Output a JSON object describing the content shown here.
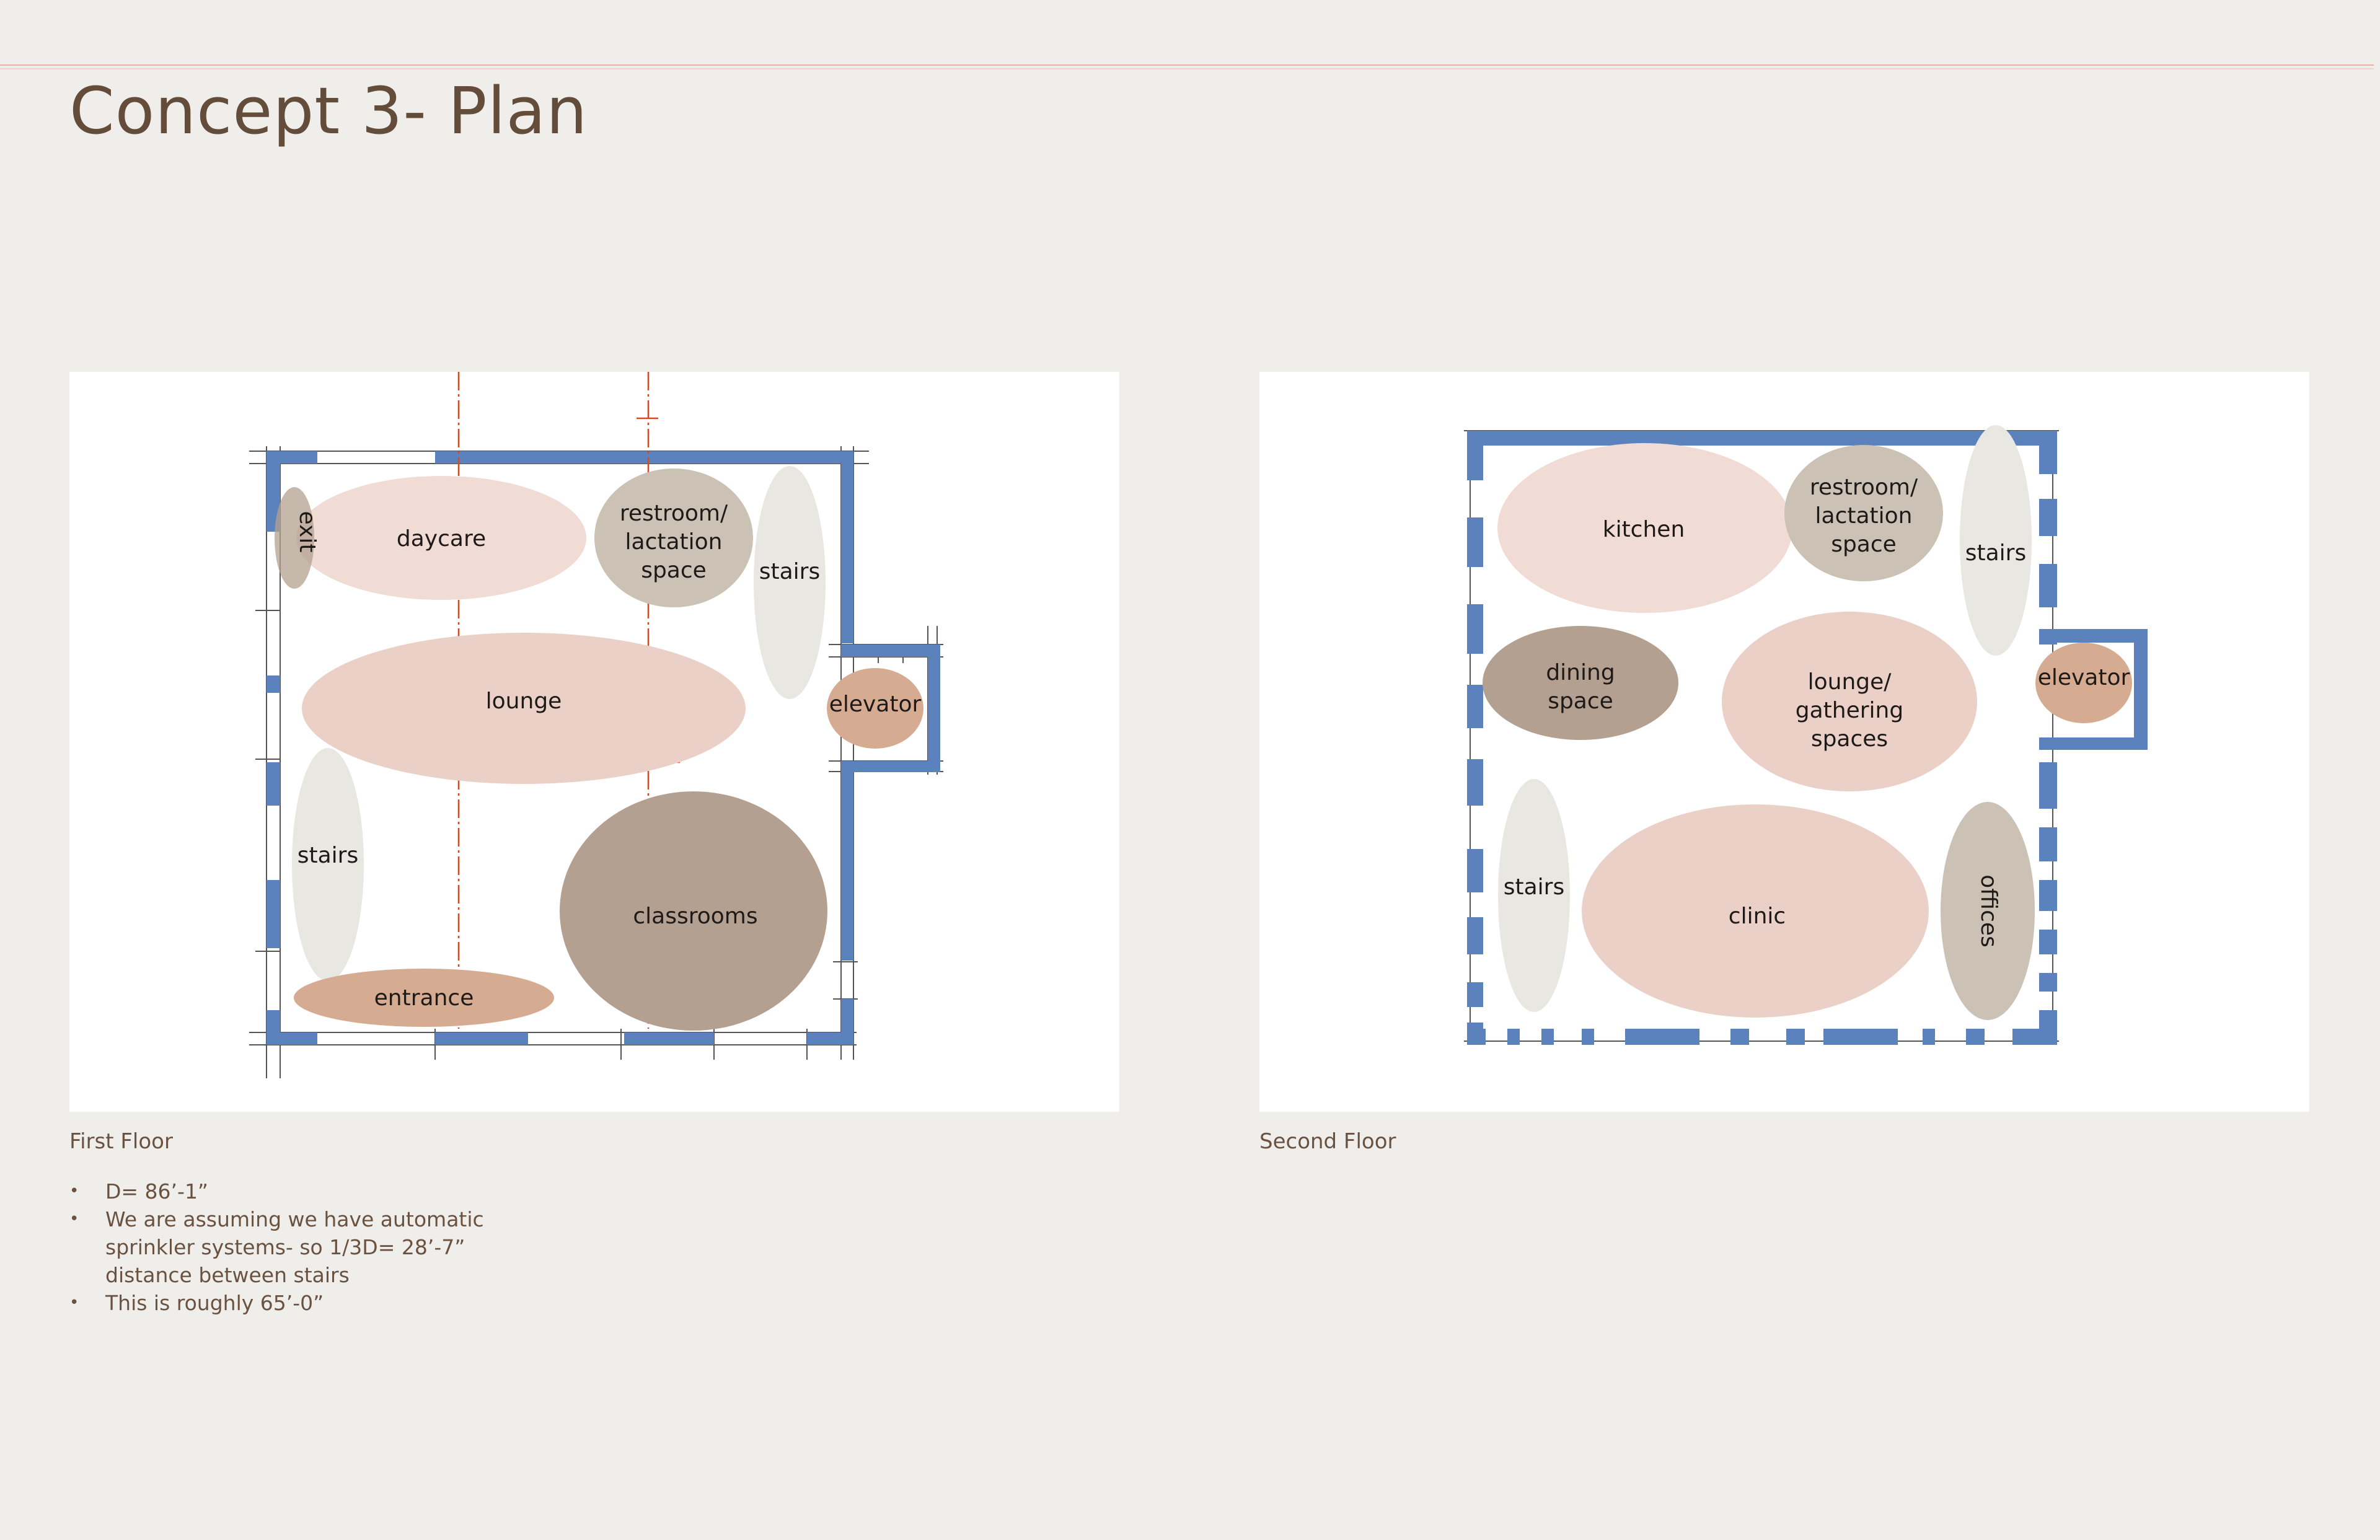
{
  "title": "Concept 3- Plan",
  "colors": {
    "background": "#f0eeea",
    "wall": "#5b82bd",
    "accent_rule": "#e3b3ac",
    "light_pink": "#f0dbd5",
    "pink": "#ead0c6",
    "taupe": "#cbc2b5",
    "brown": "#b4a090",
    "tan": "#d5ab92",
    "pale_gray": "#e8e7e2",
    "red_line": "#d9481f"
  },
  "first_floor": {
    "caption": "First Floor",
    "rooms": {
      "exit": "exit",
      "daycare": "daycare",
      "restroom": [
        "restroom/",
        "lactation",
        "space"
      ],
      "stairs_top": "stairs",
      "lounge": "lounge",
      "elevator": "elevator",
      "stairs_left": "stairs",
      "classrooms": "classrooms",
      "entrance": "entrance"
    }
  },
  "second_floor": {
    "caption": "Second Floor",
    "rooms": {
      "kitchen": "kitchen",
      "restroom": [
        "restroom/",
        "lactation",
        "space"
      ],
      "stairs_top": "stairs",
      "dining": [
        "dining",
        "space"
      ],
      "lounge": [
        "lounge/",
        "gathering",
        "spaces"
      ],
      "elevator": "elevator",
      "stairs_left": "stairs",
      "clinic": "clinic",
      "offices": "offices"
    }
  },
  "notes": [
    "D= 86’-1”",
    "We are assuming we have automatic sprinkler systems- so 1/3D= 28’-7” distance between stairs",
    "This is roughly 65’-0”"
  ]
}
